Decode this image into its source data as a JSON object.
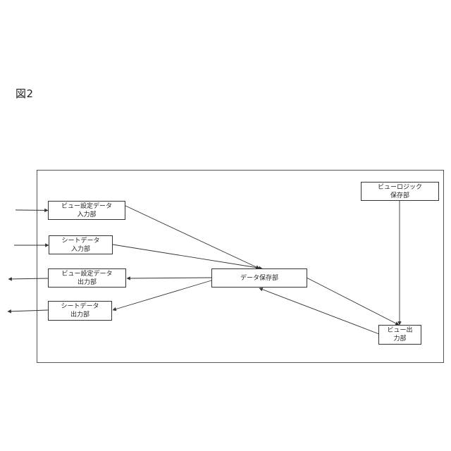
{
  "figure": {
    "label": "図2"
  },
  "nodes": {
    "view_settings_input": {
      "line1": "ビュー設定データ",
      "line2": "入力部"
    },
    "sheet_input": {
      "line1": "シートデータ",
      "line2": "入力部"
    },
    "view_settings_output": {
      "line1": "ビュー設定データ",
      "line2": "出力部"
    },
    "sheet_output": {
      "line1": "シートデータ",
      "line2": "出力部"
    },
    "data_storage": {
      "line1": "データ保存部"
    },
    "view_logic_storage": {
      "line1": "ビューロジック",
      "line2": "保存部"
    },
    "view_output": {
      "line1": "ビュー出",
      "line2": "力部"
    }
  },
  "colors": {
    "line": "#333333",
    "frame": "#555555"
  }
}
